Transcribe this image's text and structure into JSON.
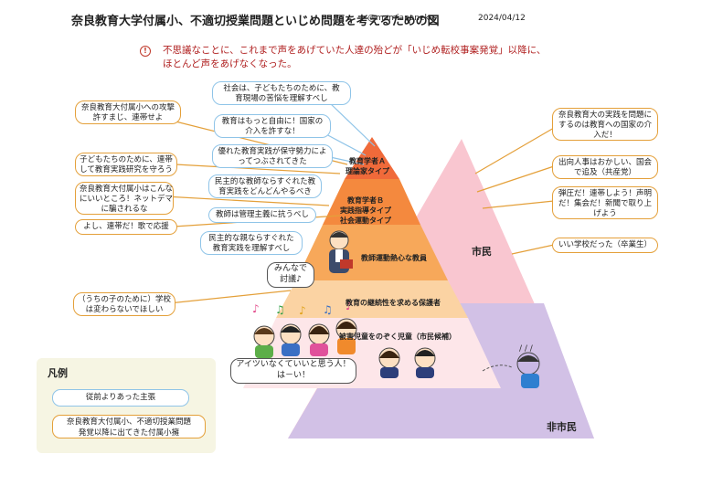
{
  "header": {
    "title": "奈良教育大学付属小、不適切授業問題といじめ問題を考えるための図",
    "handle": "@mamiananeko",
    "date": "2024/04/12",
    "warning_icon": "!",
    "warning_line1": "不思議なことに、これまで声をあげていた人達の殆どが「いじめ転校事案発覚」以降に、",
    "warning_line2": "ほとんど声をあげなくなった。"
  },
  "colors": {
    "layer_a": "#f06a3a",
    "layer_b": "#f4893e",
    "layer_c": "#f7a85a",
    "layer_d": "#fbd3a3",
    "layer_e": "#fde6e9",
    "citizen": "#f9c6d0",
    "non_citizen": "#d2c1e6",
    "bubble_orange": "#e4a03a",
    "bubble_blue": "#8fc4e8",
    "warning_red": "#b02020"
  },
  "pyramid": {
    "layer_a": "教育学者Ａ\n理論家タイプ",
    "layer_b": "教育学者Ｂ\n実践指導タイプ\n社会運動タイプ",
    "layer_c": "教師運動熱心な教員",
    "layer_d": "教育の継続性を求める保護者",
    "layer_e": "被害児童をのぞく児童（市民候補）",
    "citizen_label": "市民",
    "non_citizen_label": "非市民"
  },
  "blue_bubbles": [
    "社会は、子どもたちのために、教\n育現場の苦悩を理解すべし",
    "教育はもっと自由に！国家の\n介入を許すな！",
    "優れた教育実践が保守勢力によ\nってつぶされてきた",
    "民主的な教師ならすぐれた教\n育実践をどんどんやるべき",
    "教師は管理主義に抗うべし",
    "民主的な親ならすぐれた\n教育実践を理解すべし"
  ],
  "left_bubbles": [
    "奈良教育大付属小への攻撃\n許すまじ、連帯せよ",
    "子どもたちのために、連帯\nして教育実践研究を守ろう",
    "奈良教育大付属小はこんな\nにいいところ！ネットデマ\nに騙されるな",
    "よし、連帯だ！歌で応援",
    "（うちの子のために）学校\nは変わらないでほしい"
  ],
  "right_bubbles": [
    "奈良教育大の実践を問題に\nするのは教育への国家の介\n入だ！",
    "出向人事はおかしい、国会\nで追及（共産党）",
    "弾圧だ！連帯しよう！声明\nだ！集会だ！新聞で取り上\nげよう",
    "いい学校だった（卒業生）"
  ],
  "speech": {
    "teacher": "みんなで\n討議♪",
    "children": "アイツいなくていいと思う人！\nは－い！"
  },
  "legend": {
    "title": "凡例",
    "item1": "従前よりあった主張",
    "item2": "奈良教育大付属小、不適切授業問題\n発覚以降に出てきた付属小擁"
  },
  "icons": [
    "warning-icon",
    "music-note-icon",
    "teacher-figure",
    "child-figure",
    "victim-figure"
  ]
}
